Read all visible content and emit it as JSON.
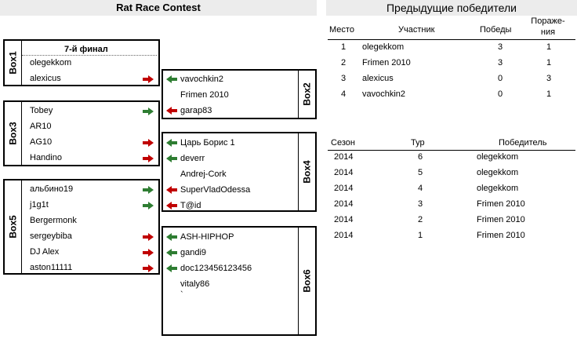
{
  "contest_title": "Rat Race Contest",
  "prev_title": "Предыдущие победители",
  "boxes": {
    "box1": {
      "label": "Box1",
      "round": "7-й финал",
      "players": [
        "olegekkom",
        "alexicus"
      ]
    },
    "box2": {
      "label": "Box2",
      "players": [
        "vavochkin2",
        "Frimen 2010",
        "garap83"
      ]
    },
    "box3": {
      "label": "Box3",
      "players": [
        "Tobey",
        "AR10",
        "AG10",
        "Handino"
      ]
    },
    "box4": {
      "label": "Box4",
      "players": [
        "Царь Борис 1",
        "deverr",
        "Andrej-Cork",
        "SuperVladOdessa",
        "T@id"
      ]
    },
    "box5": {
      "label": "Box5",
      "players": [
        "альбино19",
        "j1g1t",
        "Bergermonk",
        "sergeybiba",
        "DJ Alex",
        "aston11111"
      ]
    },
    "box6": {
      "label": "Box6",
      "players": [
        "ASH-HIPHOP",
        "gandi9",
        "doc123456123456",
        "vitaly86",
        "`"
      ]
    }
  },
  "standings": {
    "headers": {
      "place": "Место",
      "player": "Участник",
      "wins": "Победы",
      "losses": "Пораже-\nния"
    },
    "rows": [
      {
        "place": "1",
        "player": "olegekkom",
        "wins": "3",
        "losses": "1"
      },
      {
        "place": "2",
        "player": "Frimen 2010",
        "wins": "3",
        "losses": "1"
      },
      {
        "place": "3",
        "player": "alexicus",
        "wins": "0",
        "losses": "3"
      },
      {
        "place": "4",
        "player": "vavochkin2",
        "wins": "0",
        "losses": "1"
      }
    ]
  },
  "winners": {
    "headers": {
      "season": "Сезон",
      "round": "Тур",
      "winner": "Победитель"
    },
    "rows": [
      {
        "season": "2014",
        "round": "6",
        "winner": "olegekkom"
      },
      {
        "season": "2014",
        "round": "5",
        "winner": "olegekkom"
      },
      {
        "season": "2014",
        "round": "4",
        "winner": "olegekkom"
      },
      {
        "season": "2014",
        "round": "3",
        "winner": "Frimen 2010"
      },
      {
        "season": "2014",
        "round": "2",
        "winner": "Frimen 2010"
      },
      {
        "season": "2014",
        "round": "1",
        "winner": "Frimen 2010"
      }
    ]
  },
  "colors": {
    "arrow_red": "#c00000",
    "arrow_green": "#2e7d32",
    "header_bg": "#ececec"
  }
}
